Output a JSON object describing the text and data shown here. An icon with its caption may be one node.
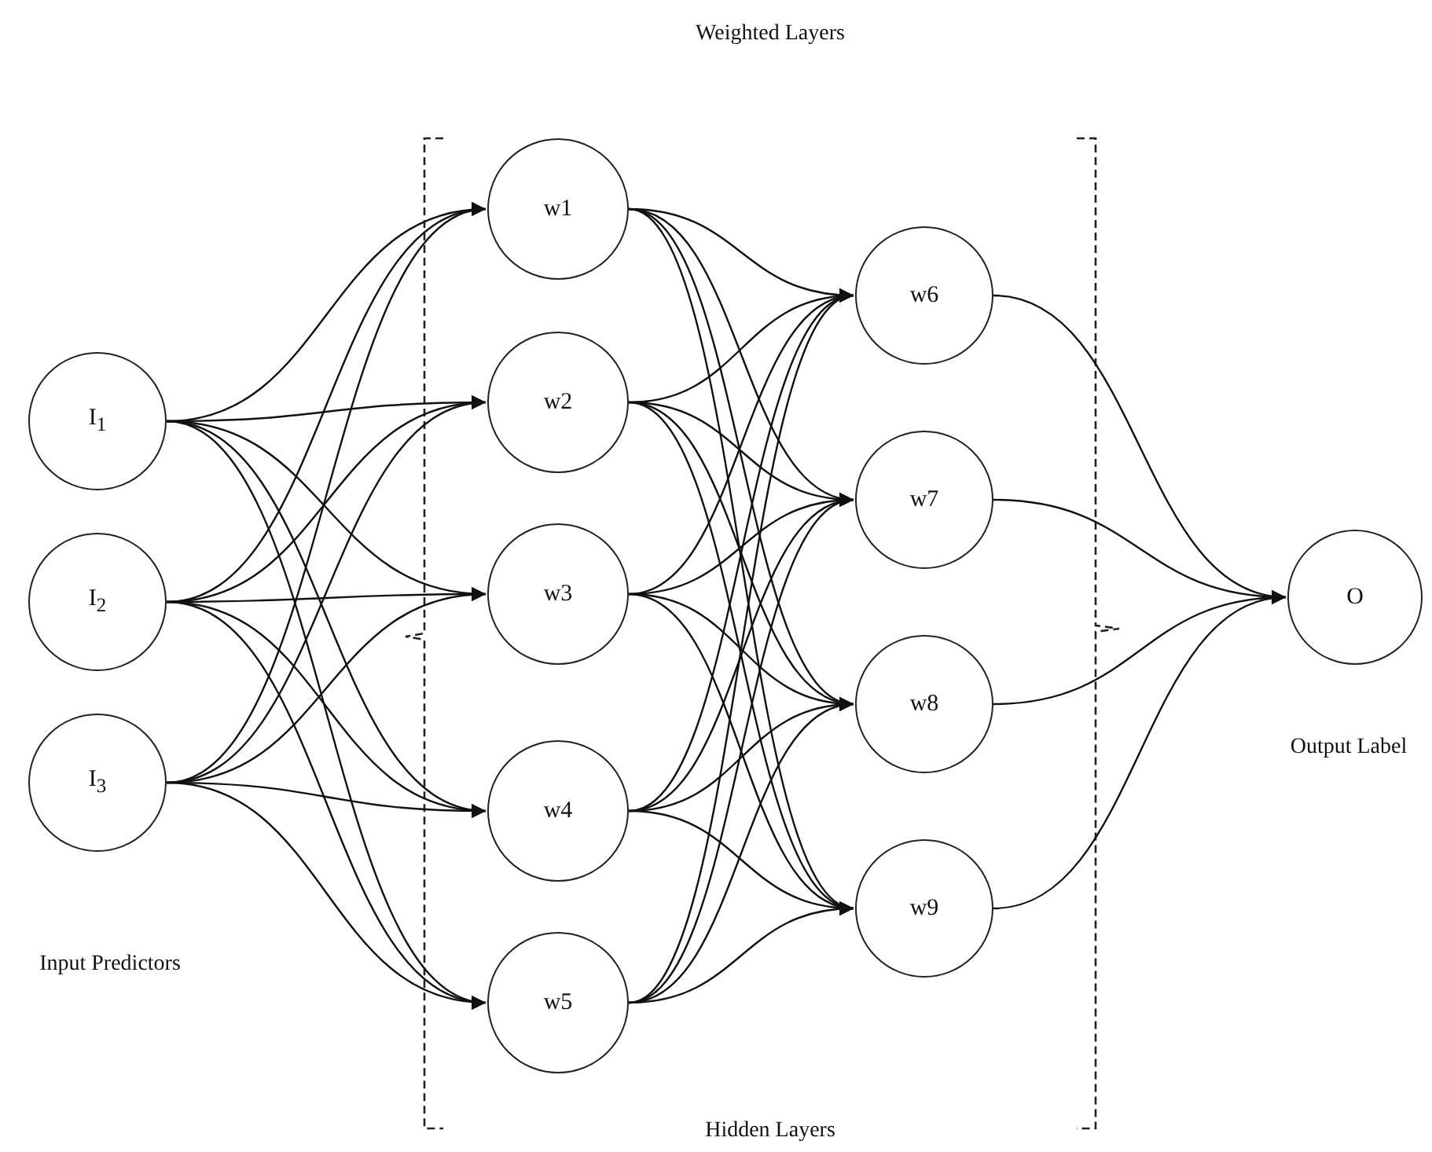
{
  "diagram": {
    "nodes": [
      {
        "text": [
          "I$_{1}$"
        ]
      },
      {
        "text": [
          "I$_{2}$"
        ]
      },
      {
        "text": [
          "I$_{3}$"
        ]
      },
      {
        "text": [
          "w1"
        ]
      },
      {
        "text": [
          "w2"
        ]
      },
      {
        "text": [
          "w3"
        ]
      },
      {
        "text": [
          "w4"
        ]
      },
      {
        "text": [
          "w5"
        ]
      },
      {
        "text": [
          "w6"
        ]
      },
      {
        "text": [
          "w7"
        ]
      },
      {
        "text": [
          "w8"
        ]
      },
      {
        "text": [
          "w9"
        ]
      },
      {
        "text": [
          "O"
        ]
      }
    ],
    "edges": [
      {
        "from": 0,
        "to": 3,
        "arrow": "to"
      },
      {
        "from": 0,
        "to": 4,
        "arrow": "to"
      },
      {
        "from": 0,
        "to": 5,
        "arrow": "to"
      },
      {
        "from": 0,
        "to": 6,
        "arrow": "to"
      },
      {
        "from": 0,
        "to": 7,
        "arrow": "to"
      },
      {
        "from": 1,
        "to": 3,
        "arrow": "to"
      },
      {
        "from": 1,
        "to": 4,
        "arrow": "to"
      },
      {
        "from": 1,
        "to": 5,
        "arrow": "to"
      },
      {
        "from": 1,
        "to": 6,
        "arrow": "to"
      },
      {
        "from": 1,
        "to": 7,
        "arrow": "to"
      },
      {
        "from": 2,
        "to": 3,
        "arrow": "to"
      },
      {
        "from": 2,
        "to": 4,
        "arrow": "to"
      },
      {
        "from": 2,
        "to": 5,
        "arrow": "to"
      },
      {
        "from": 2,
        "to": 6,
        "arrow": "to"
      },
      {
        "from": 2,
        "to": 7,
        "arrow": "to"
      },
      {
        "from": 3,
        "to": 8,
        "arrow": "to"
      },
      {
        "from": 3,
        "to": 9,
        "arrow": "to"
      },
      {
        "from": 3,
        "to": 10,
        "arrow": "to"
      },
      {
        "from": 3,
        "to": 11,
        "arrow": "to"
      },
      {
        "from": 4,
        "to": 8,
        "arrow": "to"
      },
      {
        "from": 4,
        "to": 9,
        "arrow": "to"
      },
      {
        "from": 4,
        "to": 10,
        "arrow": "to"
      },
      {
        "from": 4,
        "to": 11,
        "arrow": "to"
      },
      {
        "from": 5,
        "to": 8,
        "arrow": "to"
      },
      {
        "from": 5,
        "to": 9,
        "arrow": "to"
      },
      {
        "from": 5,
        "to": 10,
        "arrow": "to"
      },
      {
        "from": 5,
        "to": 11,
        "arrow": "to"
      },
      {
        "from": 6,
        "to": 8,
        "arrow": "to"
      },
      {
        "from": 6,
        "to": 9,
        "arrow": "to"
      },
      {
        "from": 6,
        "to": 10,
        "arrow": "to"
      },
      {
        "from": 6,
        "to": 11,
        "arrow": "to"
      },
      {
        "from": 7,
        "to": 8,
        "arrow": "to"
      },
      {
        "from": 7,
        "to": 9,
        "arrow": "to"
      },
      {
        "from": 7,
        "to": 10,
        "arrow": "to"
      },
      {
        "from": 7,
        "to": 11,
        "arrow": "to"
      },
      {
        "from": 8,
        "to": 12,
        "arrow": "to"
      },
      {
        "from": 9,
        "to": 12,
        "arrow": "to"
      },
      {
        "from": 10,
        "to": 12,
        "arrow": "to"
      },
      {
        "from": 11,
        "to": 12,
        "arrow": "to"
      }
    ],
    "labels": [
      "Weighted Layers",
      "Input Predictors",
      "Output Label",
      "Hidden Layers"
    ]
  }
}
